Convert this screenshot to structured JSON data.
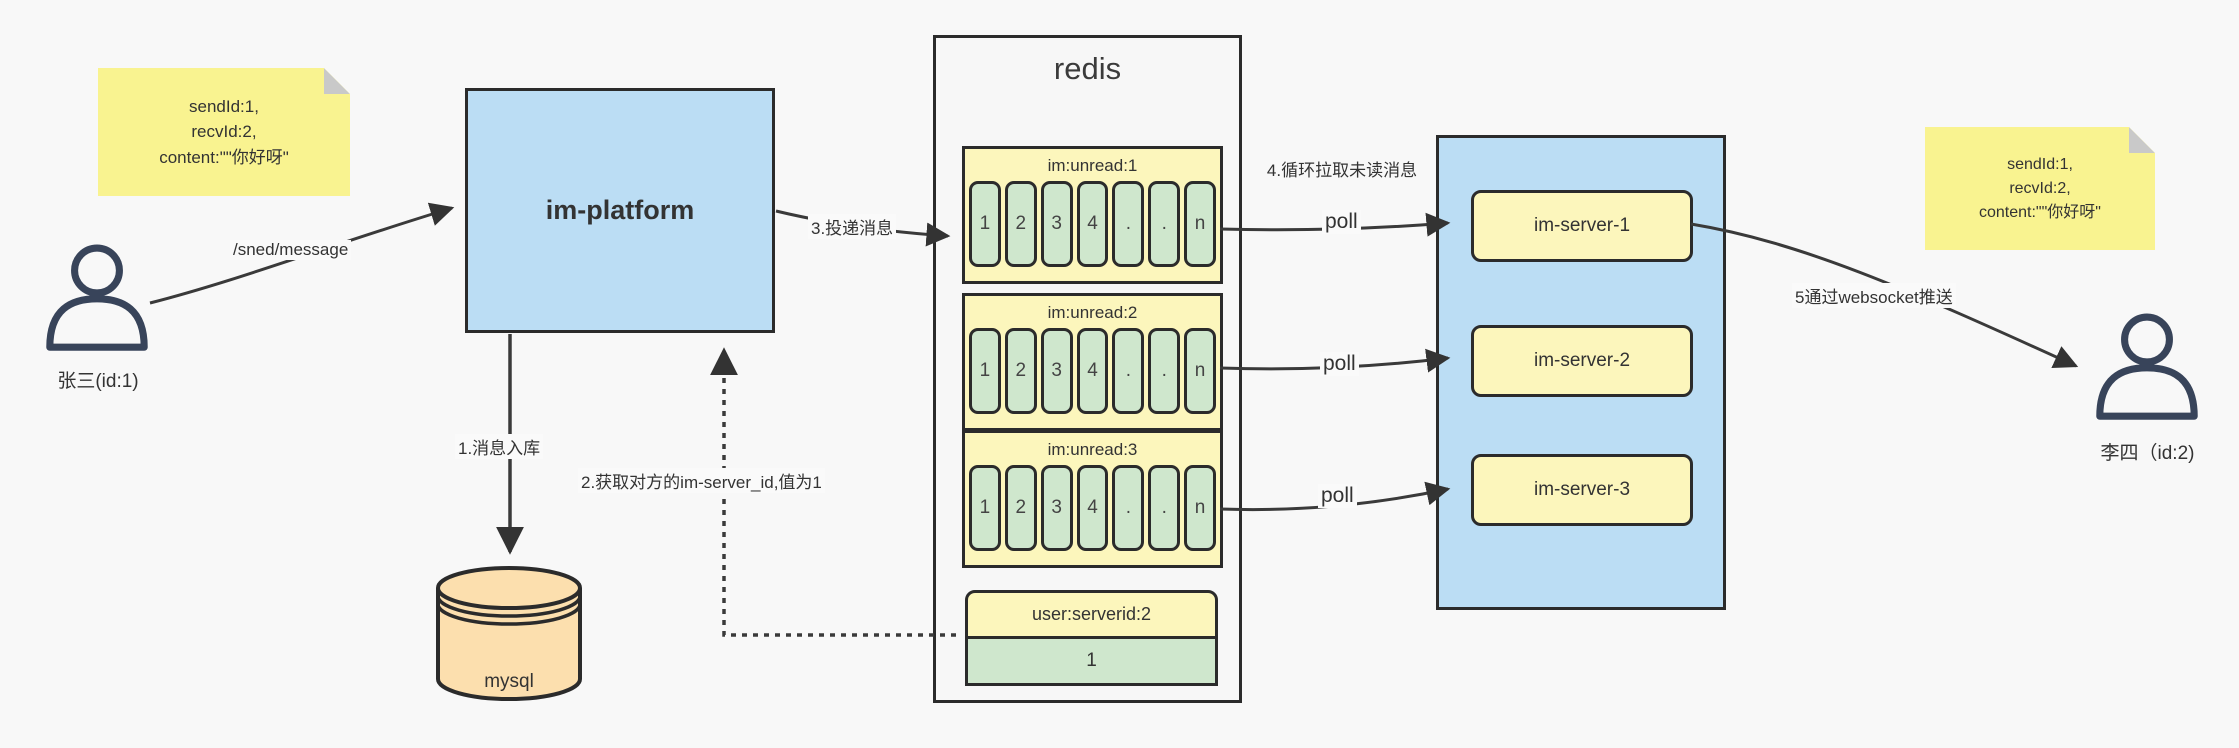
{
  "palette": {
    "background": "#f8f8f8",
    "box_border": "#2b2b2b",
    "blue_fill": "#bbddf4",
    "note_yellow": "#f9f390",
    "panel_yellow": "#fcf6bc",
    "cell_green": "#cfe7cd",
    "mysql_orange": "#fcdfae",
    "arrow": "#3a3a3a"
  },
  "actors": {
    "sender": {
      "label": "张三(id:1)"
    },
    "receiver": {
      "label": "李四（id:2)"
    }
  },
  "notes": {
    "left": {
      "lines": [
        "sendId:1,",
        "recvId:2,",
        "content:\"\"你好呀\""
      ]
    },
    "right": {
      "lines": [
        "sendId:1,",
        "recvId:2,",
        "content:\"\"你好呀\""
      ]
    }
  },
  "platform": {
    "label": "im-platform"
  },
  "database": {
    "label": "mysql"
  },
  "redis": {
    "title": "redis",
    "queues": [
      {
        "title": "im:unread:1",
        "cells": [
          "1",
          "2",
          "3",
          "4",
          ".",
          ".",
          "n"
        ]
      },
      {
        "title": "im:unread:2",
        "cells": [
          "1",
          "2",
          "3",
          "4",
          ".",
          ".",
          "n"
        ]
      },
      {
        "title": "im:unread:3",
        "cells": [
          "1",
          "2",
          "3",
          "4",
          ".",
          ".",
          "n"
        ]
      }
    ],
    "kv": {
      "title": "user:serverid:2",
      "value": "1"
    }
  },
  "servers": [
    {
      "label": "im-server-1"
    },
    {
      "label": "im-server-2"
    },
    {
      "label": "im-server-3"
    }
  ],
  "edges": {
    "send_api": "/sned/message",
    "step1": "1.消息入库",
    "step2": "2.获取对方的im-server_id,值为1",
    "step3": "3.投递消息",
    "step4": "4.循环拉取未读消息",
    "poll": "poll",
    "step5": "5通过websocket推送"
  }
}
